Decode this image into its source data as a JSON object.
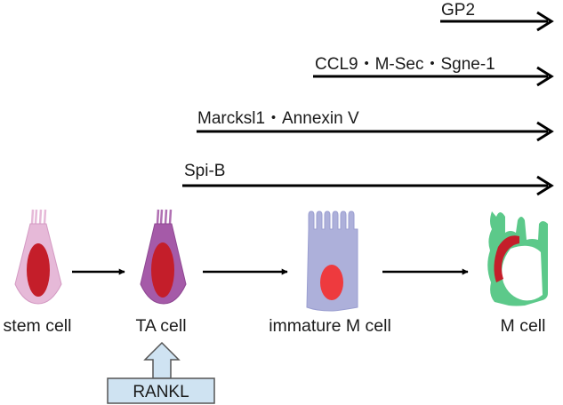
{
  "markers": [
    {
      "label": "GP2"
    },
    {
      "label": "CCL9・M-Sec・Sgne-1"
    },
    {
      "label": "Marcksl1・Annexin V"
    },
    {
      "label": "Spi-B"
    }
  ],
  "stages": [
    {
      "label": "stem cell"
    },
    {
      "label": "TA cell"
    },
    {
      "label": "immature M cell"
    },
    {
      "label": "M cell"
    }
  ],
  "inducer": {
    "label": "RANKL"
  },
  "colors": {
    "stem_cell": "#e6b9d8",
    "ta_cell": "#a55aa8",
    "immature_m_cell": "#adb0da",
    "m_cell": "#5cc98a",
    "nucleus_dark": "#c41e2a",
    "nucleus_bright": "#ee3a3e",
    "rankl_box": "#cfe3f2",
    "arrow": "#000000"
  }
}
